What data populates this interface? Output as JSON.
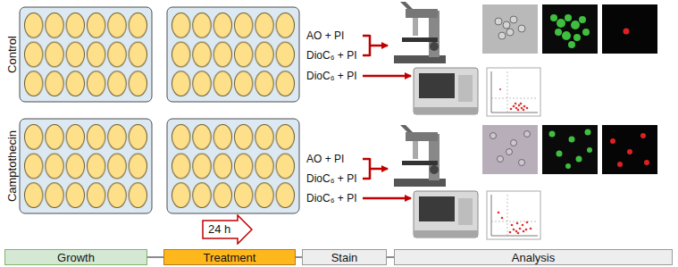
{
  "diagram": {
    "nodes": [
      {
        "text": [
          "24 h"
        ]
      },
      {
        "text": [
          "Growth"
        ]
      },
      {
        "text": [
          "Treatment"
        ]
      },
      {
        "text": [
          "Stain"
        ]
      },
      {
        "text": [
          "Analysis"
        ]
      }
    ],
    "edges": [
      {
        "from": 1,
        "to": 2,
        "arrow": "none"
      },
      {
        "from": 2,
        "to": 3,
        "arrow": "none"
      },
      {
        "from": 3,
        "to": 4,
        "arrow": "none"
      }
    ],
    "labels": [
      "Control",
      "AO + PI",
      "DioC₆ + PI",
      "DioC₆ + PI",
      "Camptothecin",
      "AO + PI",
      "DioC₆ + PI",
      "DioC₆ + PI"
    ]
  }
}
